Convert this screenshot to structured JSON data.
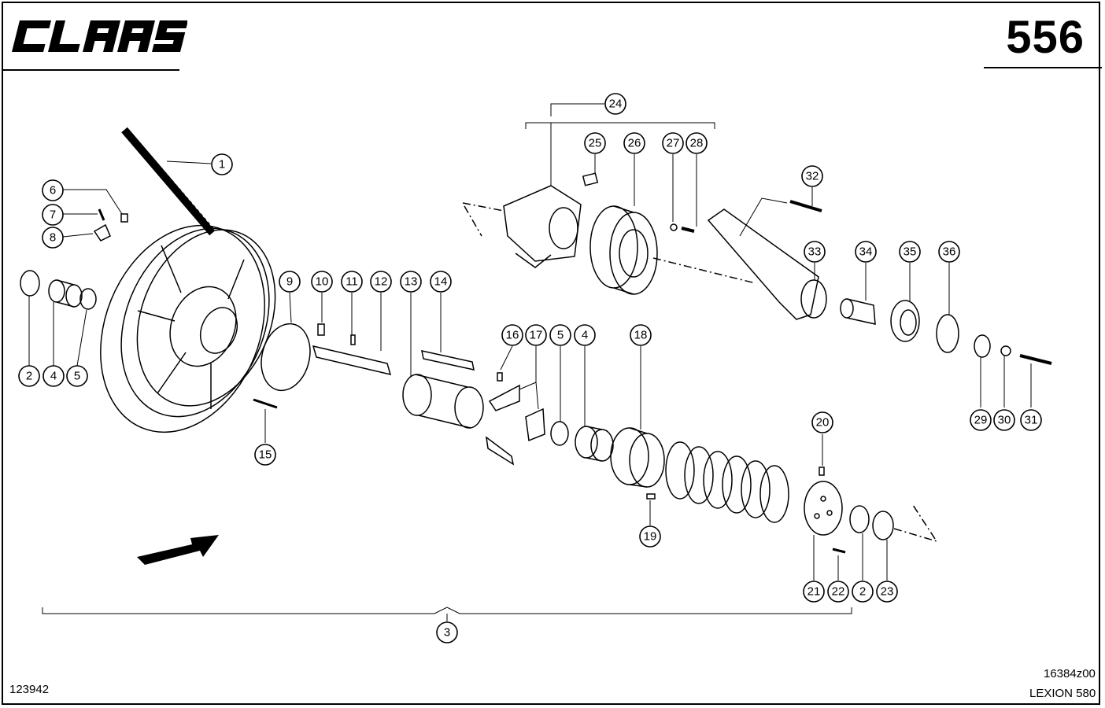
{
  "header": {
    "brand": "CLAAS",
    "page_number": "556"
  },
  "footer": {
    "drawing_id": "16384z00",
    "model": "LEXION 580",
    "doc_number": "123942"
  },
  "callouts": [
    {
      "label": "1"
    },
    {
      "label": "2"
    },
    {
      "label": "3"
    },
    {
      "label": "4"
    },
    {
      "label": "5"
    },
    {
      "label": "6"
    },
    {
      "label": "7"
    },
    {
      "label": "8"
    },
    {
      "label": "9"
    },
    {
      "label": "10"
    },
    {
      "label": "11"
    },
    {
      "label": "12"
    },
    {
      "label": "13"
    },
    {
      "label": "14"
    },
    {
      "label": "15"
    },
    {
      "label": "16"
    },
    {
      "label": "17"
    },
    {
      "label": "5"
    },
    {
      "label": "4"
    },
    {
      "label": "18"
    },
    {
      "label": "19"
    },
    {
      "label": "20"
    },
    {
      "label": "21"
    },
    {
      "label": "22"
    },
    {
      "label": "2"
    },
    {
      "label": "23"
    },
    {
      "label": "24"
    },
    {
      "label": "25"
    },
    {
      "label": "26"
    },
    {
      "label": "27"
    },
    {
      "label": "28"
    },
    {
      "label": "32"
    },
    {
      "label": "33"
    },
    {
      "label": "34"
    },
    {
      "label": "35"
    },
    {
      "label": "36"
    },
    {
      "label": "29"
    },
    {
      "label": "30"
    },
    {
      "label": "31"
    }
  ]
}
